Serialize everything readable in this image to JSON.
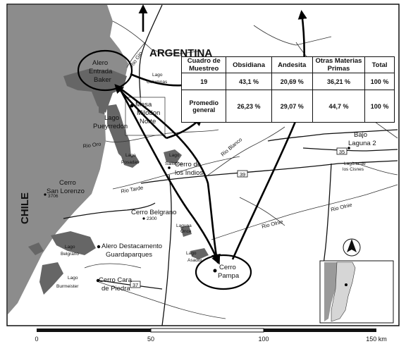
{
  "countries": {
    "argentina": "ARGENTINA",
    "chile": "CHILE"
  },
  "sites": {
    "alero_entrada_baker": [
      "Alero",
      "Entrada",
      "Baker"
    ],
    "mesa_milodon_norte": [
      "Mesa",
      "Milodon",
      "Norte"
    ],
    "cerro_pampa": [
      "Cerro",
      "Pampa"
    ],
    "alero_destacamento": [
      "Alero Destacamento",
      "Guardaparques"
    ],
    "cerro_cara_de_piedra": [
      "Cerro Cara",
      "de Piedra"
    ]
  },
  "lakes": {
    "lago_columnas": [
      "Lago",
      "Columnas"
    ],
    "lago_pueyrredon": [
      "Lago",
      "Pueyrredon"
    ],
    "lago_posadas": [
      "Lago",
      "Posadas"
    ],
    "lago_salitroso": [
      "Lago",
      "Salitroso"
    ],
    "laguna_once": [
      "Laguna",
      "Once"
    ],
    "lago_asador": [
      "Lago",
      "Asador"
    ],
    "lago_belgrano": [
      "Lago",
      "Belgrano"
    ],
    "lago_burmeister": [
      "Lago",
      "Burmeister"
    ],
    "bajo_laguna_2": [
      "Bajo",
      "Laguna 2"
    ],
    "laguna_cisnes": [
      "Laguna de",
      "los Cisnes"
    ]
  },
  "mountains": {
    "cerro_san_lorenzo": [
      "Cerro",
      "San Lorenzo"
    ],
    "san_lorenzo_elev": "3706",
    "cerro_de_los_indios": [
      "Cerro de",
      "los Indios"
    ],
    "cerro_belgrano": "Cerro Belgrano",
    "belgrano_elev": "2300"
  },
  "rivers": {
    "rio_oro": "Rio Oro",
    "rio_tarde": "Rio Tarde",
    "rio_blanco": "Rio Blanco",
    "rio_olnie": "Rio Olnie",
    "rio_olnie_2": "Rio Olnie",
    "rio_gio": "Rio Gio"
  },
  "roads": {
    "r39": "39",
    "r35": "35",
    "r37": "37"
  },
  "table": {
    "headers": [
      "Cuadro de Muestreo",
      "Obsidiana",
      "Andesita",
      "Otras Materias Primas",
      "Total"
    ],
    "rows": [
      [
        "19",
        "43,1 %",
        "20,69 %",
        "36,21 %",
        "100 %"
      ],
      [
        "Promedio general",
        "26,23 %",
        "29,07 %",
        "44,7 %",
        "100 %"
      ]
    ]
  },
  "scale": {
    "labels": [
      "0",
      "50",
      "100",
      "150 km"
    ]
  },
  "colors": {
    "chile": "#8a8a8a",
    "water": "#6b6b6b",
    "arrow": "#000000",
    "background": "#ffffff"
  }
}
